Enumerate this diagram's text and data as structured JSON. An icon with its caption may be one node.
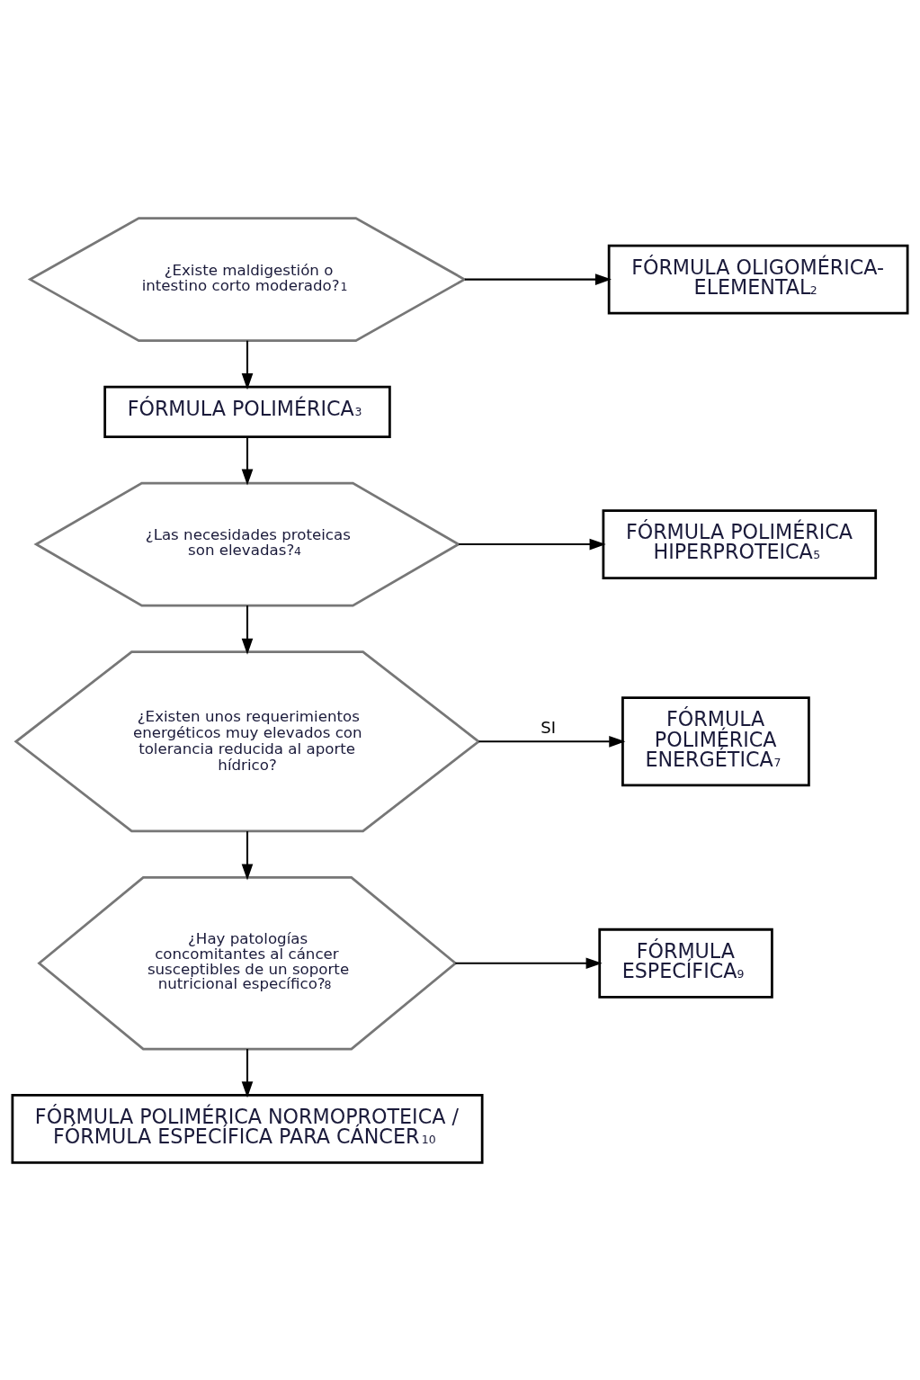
{
  "diagram": {
    "nodes": [
      {
        "text": [
          "¿Existe maldigestión o intestino corto moderado?",
          "1"
        ]
      },
      {
        "text": [
          "FÓRMULA OLIGOMÉRICA- ELEMENTAL",
          "2"
        ]
      },
      {
        "text": [
          "FÓRMULA POLIMÉRICA",
          "3"
        ]
      },
      {
        "text": [
          "¿Las necesidades proteicas son elevadas?",
          "4"
        ]
      },
      {
        "text": [
          "FÓRMULA POLIMÉRICA HIPERPROTEICA",
          "5"
        ]
      },
      {
        "text": [
          "¿Existen unos requerimientos energéticos muy elevados con tolerancia reducida al aporte hídrico?"
        ]
      },
      {
        "text": [
          "FÓRMULA POLIMÉRICA ENERGÉTICA",
          "7"
        ]
      },
      {
        "text": [
          "¿Hay patologías concomitantes al cáncer susceptibles de un soporte nutricional específico?",
          "8"
        ]
      },
      {
        "text": [
          "FÓRMULA ESPECÍFICA",
          "9"
        ]
      },
      {
        "text": [
          "FÓRMULA POLIMÉRICA NORMOPROTEICA / FÓRMULA ESPECÍFICA PARA CÁNCER",
          "10"
        ]
      }
    ],
    "edges": [
      {
        "from": 0,
        "to": 1,
        "arrow": "to"
      },
      {
        "from": 0,
        "to": 2,
        "arrow": "to"
      },
      {
        "from": 2,
        "to": 3,
        "arrow": "to"
      },
      {
        "from": 3,
        "to": 4,
        "arrow": "to"
      },
      {
        "from": 3,
        "to": 5,
        "arrow": "to"
      },
      {
        "from": 5,
        "to": 6,
        "arrow": "to",
        "label": "SI"
      },
      {
        "from": 5,
        "to": 7,
        "arrow": "to"
      },
      {
        "from": 7,
        "to": 8,
        "arrow": "to"
      },
      {
        "from": 7,
        "to": 9,
        "arrow": "to"
      }
    ]
  }
}
